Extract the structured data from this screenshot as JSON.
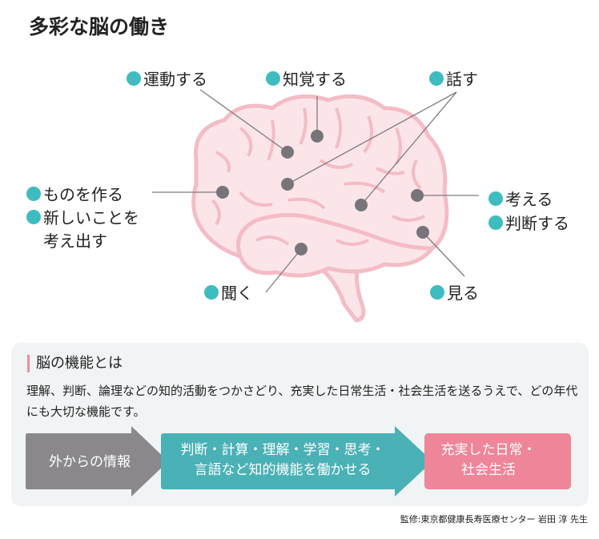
{
  "title": "多彩な脳の働き",
  "labels": {
    "move": "運動する",
    "perceive": "知覚する",
    "speak": "話す",
    "create1": "ものを作る",
    "create2": "新しいことを",
    "create3": "考え出す",
    "think": "考える",
    "judge": "判断する",
    "hear": "聞く",
    "see": "見る"
  },
  "info": {
    "heading": "脳の機能とは",
    "text": "理解、判断、論理などの知的活動をつかさどり、充実した日常生活・社会生活を送るうえで、どの年代にも大切な機能です。",
    "flow": [
      {
        "line1": "外からの情報",
        "line2": ""
      },
      {
        "line1": "判断・計算・理解・学習・思考・",
        "line2": "言語など知的機能を働かせる"
      },
      {
        "line1": "充実した日常・",
        "line2": "社会生活"
      }
    ]
  },
  "credit": "監修:東京都健康長寿医療センター 岩田 淳 先生",
  "colors": {
    "teal": "#4ab1b6",
    "gray": "#8a888d",
    "pink": "#ee8599",
    "brain": "#fbe3e7",
    "brain_line": "#f4b9c4",
    "dot_accent": "#3fbcbf"
  }
}
